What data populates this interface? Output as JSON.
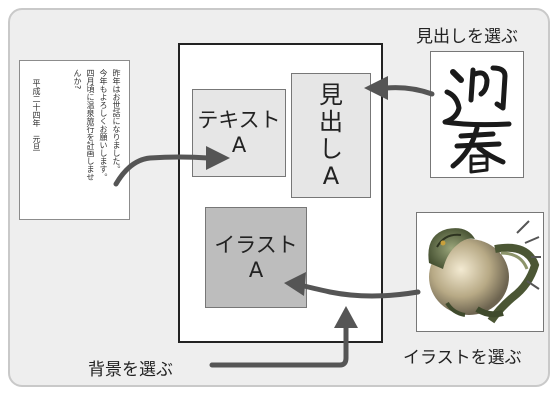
{
  "captions": {
    "choose_title": "見出しを選ぶ",
    "choose_illustration": "イラストを選ぶ",
    "choose_background": "背景を選ぶ"
  },
  "template": {
    "text_slot": {
      "line1": "テキスト",
      "line2": "A"
    },
    "title_slot": {
      "line1": "見",
      "line2": "出",
      "line3": "し",
      "line4": "A"
    },
    "illustration_slot": {
      "line1": "イラスト",
      "line2": "A"
    }
  },
  "letter": {
    "col1": "昨年はお世話になりました。",
    "col2": "今年もよろしくお願いします。",
    "col3": "四月頃に温泉旅行を計画しませ",
    "col4": "んか?",
    "col5": "平成二十四年　元旦"
  },
  "calligraphy": {
    "text": "迎春"
  },
  "colors": {
    "background": "#eeeeee",
    "border": "#c9c9c9",
    "arrow": "#555555",
    "text_slot_fill": "#e6e6e6",
    "illustration_slot_fill": "#bdbdbd"
  }
}
